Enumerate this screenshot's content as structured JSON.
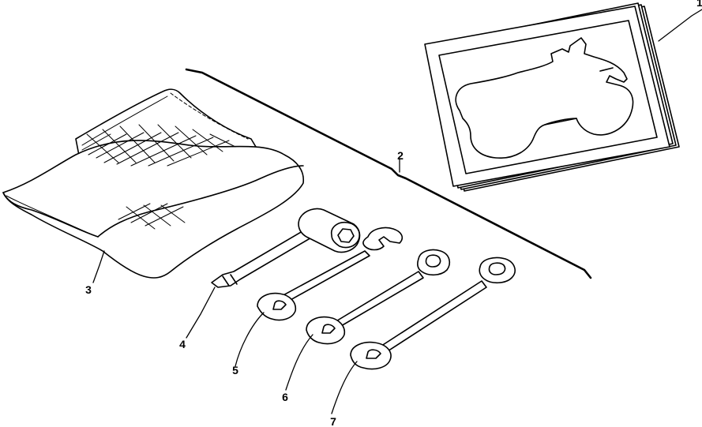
{
  "callouts": [
    {
      "id": "owner-manual",
      "label": "1"
    },
    {
      "id": "tool-kit",
      "label": "2"
    },
    {
      "id": "tool-bag",
      "label": "3"
    },
    {
      "id": "screwdriver",
      "label": "4"
    },
    {
      "id": "wrench-small",
      "label": "5"
    },
    {
      "id": "wrench-medium",
      "label": "6"
    },
    {
      "id": "wrench-large",
      "label": "7"
    }
  ]
}
